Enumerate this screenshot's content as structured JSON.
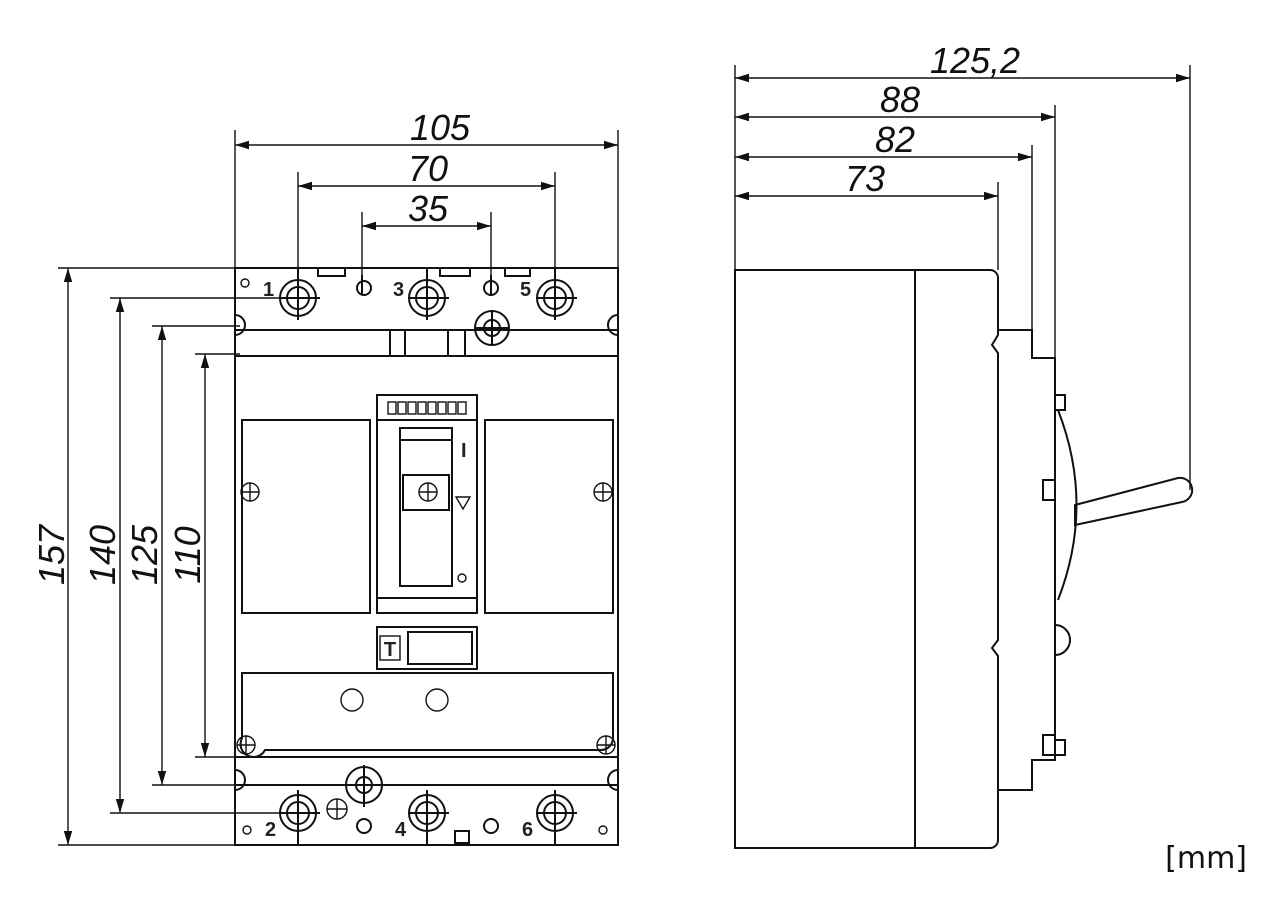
{
  "front_view": {
    "dimensions": {
      "width_total": "105",
      "width_outer_poles": "70",
      "width_pole_pitch": "35",
      "height_total": "157",
      "height_terminals": "140",
      "height_mounting": "125",
      "height_cover": "110"
    },
    "terminals_top": [
      "1",
      "3",
      "5"
    ],
    "terminals_bottom": [
      "2",
      "4",
      "6"
    ],
    "test_button_label": "T",
    "on_marker": "I"
  },
  "side_view": {
    "dimensions": {
      "depth_handle": "125,2",
      "depth_front": "88",
      "depth_cover": "82",
      "depth_body": "73"
    }
  },
  "unit_label": "[mm]"
}
